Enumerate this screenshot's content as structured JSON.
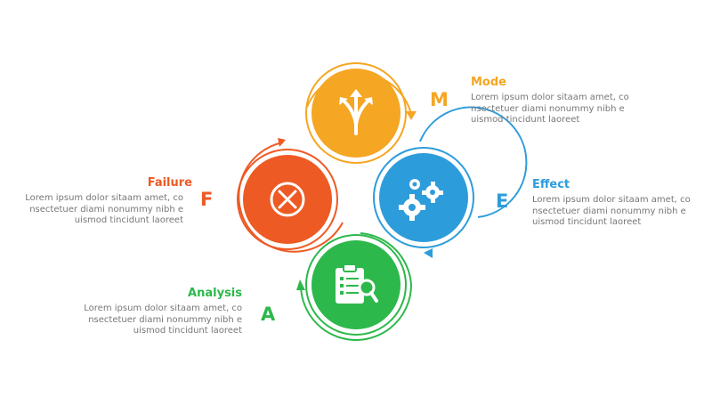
{
  "colors": {
    "mode": "#F5A623",
    "failure": "#EE5A24",
    "effect": "#2D9CDB",
    "analysis": "#2DB84B",
    "body_text": "#777777",
    "icon": "#FFFFFF"
  },
  "items": {
    "mode": {
      "letter": "M",
      "title": "Mode",
      "text": "Lorem ipsum dolor sitaam amet, co nsectetuer diami nonummy nibh e uismod tincidunt laoreet",
      "icon": "split-arrows-icon"
    },
    "failure": {
      "letter": "F",
      "title": "Failure",
      "text": "Lorem ipsum dolor sitaam amet, co nsectetuer diami nonummy nibh e uismod tincidunt laoreet",
      "icon": "x-mark-icon"
    },
    "effect": {
      "letter": "E",
      "title": "Effect",
      "text": "Lorem ipsum dolor sitaam amet, co nsectetuer diami nonummy nibh e uismod tincidunt laoreet",
      "icon": "gears-icon"
    },
    "analysis": {
      "letter": "A",
      "title": "Analysis",
      "text": "Lorem ipsum dolor sitaam amet, co nsectetuer diami nonummy nibh e uismod tincidunt laoreet",
      "icon": "clipboard-search-icon"
    }
  }
}
